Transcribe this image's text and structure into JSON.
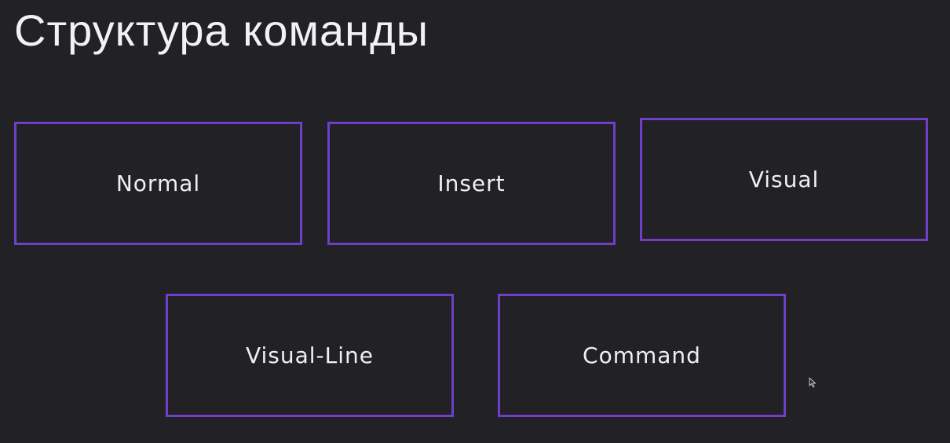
{
  "slide": {
    "title": "Структура команды"
  },
  "modes": [
    {
      "label": "Normal"
    },
    {
      "label": "Insert"
    },
    {
      "label": "Visual"
    },
    {
      "label": "Visual-Line"
    },
    {
      "label": "Command"
    }
  ],
  "colors": {
    "background": "#222125",
    "box_border": "#6f3fc9",
    "text": "#f0f0f0"
  },
  "icons": [
    "mouse-pointer-icon"
  ]
}
